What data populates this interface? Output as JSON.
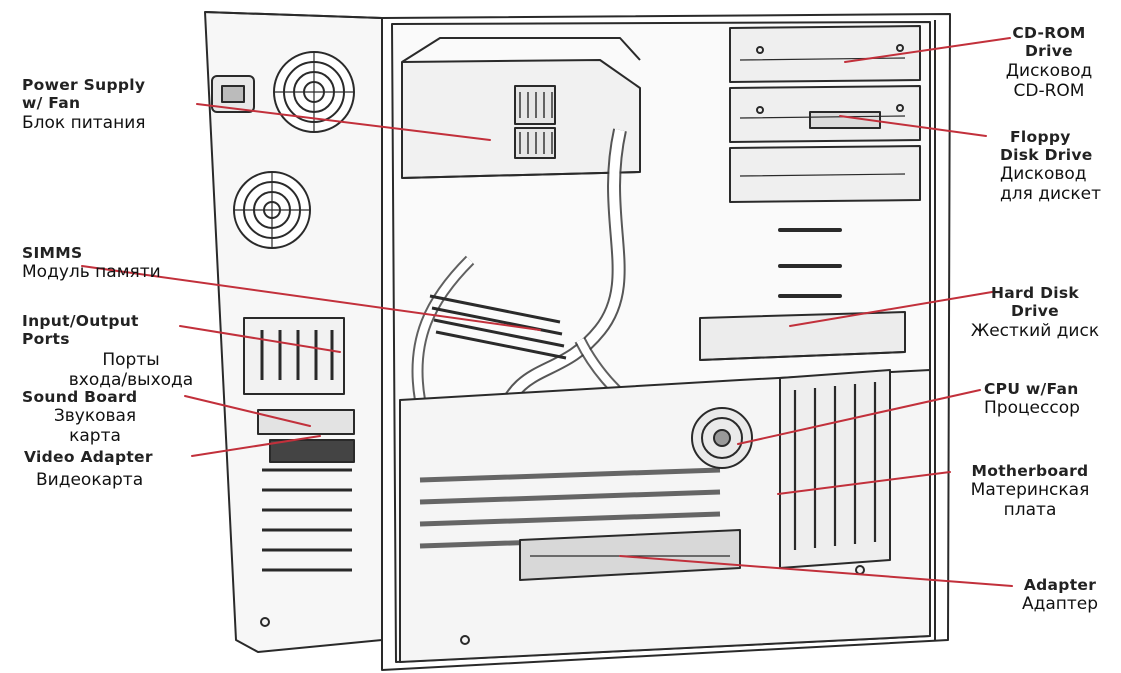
{
  "colors": {
    "leader": "#c2303b",
    "ink": "#2a2a2a",
    "paper": "#ffffff"
  },
  "labels": {
    "power_supply": {
      "en1": "Power Supply",
      "en2": "w/ Fan",
      "ru1": "Блок питания"
    },
    "simms": {
      "en1": "SIMMS",
      "ru1": "Модуль памяти"
    },
    "io_ports": {
      "en1": "Input/Output",
      "en2": "Ports",
      "ru1": "Порты",
      "ru2": "входа/выхода"
    },
    "sound_board": {
      "en1": "Sound Board",
      "ru1": "Звуковая",
      "ru2": "карта"
    },
    "video_adapter": {
      "en1": "Video Adapter",
      "ru1": "Видеокарта"
    },
    "cdrom": {
      "en1": "CD-ROM",
      "en2": "Drive",
      "ru1": "Дисковод",
      "ru2": "CD-ROM"
    },
    "floppy": {
      "en1": "Floppy",
      "en2": "Disk Drive",
      "ru1": "Дисковод",
      "ru2": "для дискет"
    },
    "hdd": {
      "en1": "Hard Disk",
      "en2": "Drive",
      "ru1": "Жесткий диск"
    },
    "cpu": {
      "en1": "CPU w/Fan",
      "ru1": "Процессор"
    },
    "motherboard": {
      "en1": "Motherboard",
      "ru1": "Материнская",
      "ru2": "плата"
    },
    "adapter": {
      "en1": "Adapter",
      "ru1": "Адаптер"
    }
  }
}
